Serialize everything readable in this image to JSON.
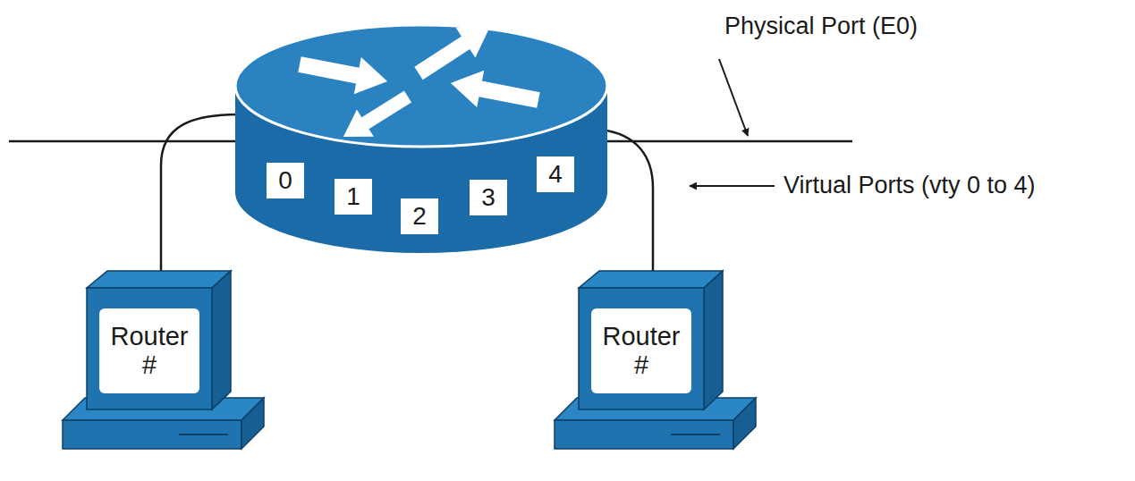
{
  "diagram": {
    "nodes": [
      {
        "text": [
          "0"
        ]
      },
      {
        "text": [
          "1"
        ]
      },
      {
        "text": [
          "2"
        ]
      },
      {
        "text": [
          "3"
        ]
      },
      {
        "text": [
          "4"
        ]
      },
      {
        "text": [
          "Router #"
        ]
      },
      {
        "text": [
          "Router #"
        ]
      }
    ],
    "labels": [
      "Physical Port (E0)",
      "Virtual Ports (vty 0 to 4)"
    ]
  }
}
